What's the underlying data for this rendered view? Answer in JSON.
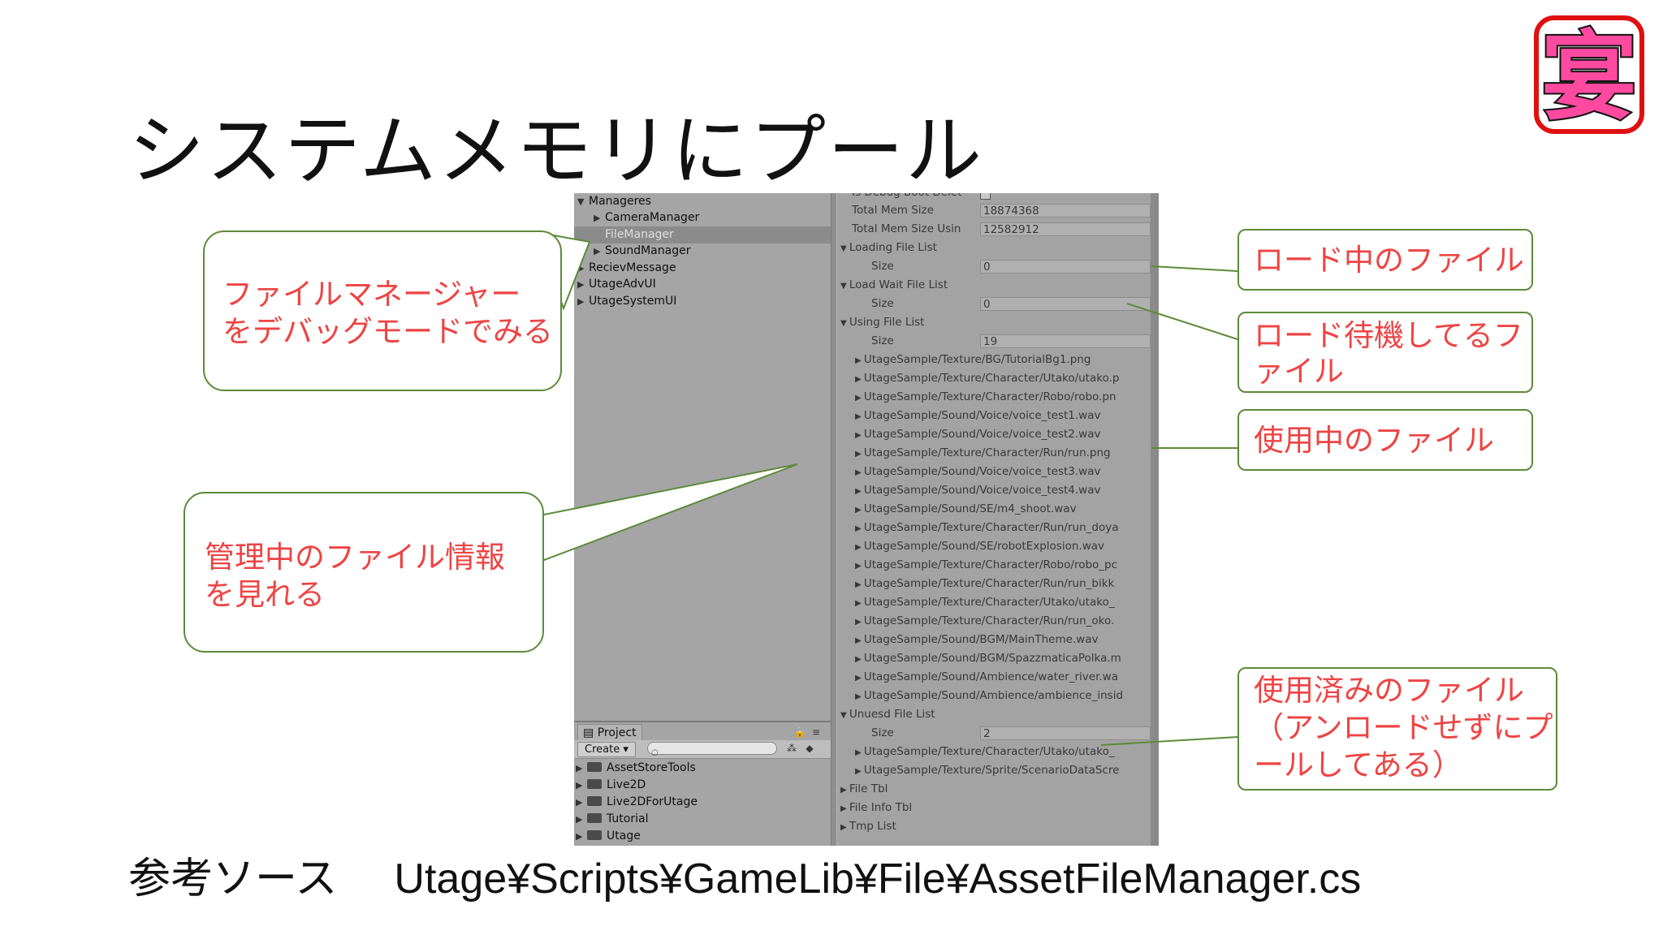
{
  "slide": {
    "title": "システムメモリにプール",
    "logo_char": "宴",
    "source_label": "参考ソース",
    "source_path": "Utage¥Scripts¥GameLib¥File¥AssetFileManager.cs"
  },
  "hierarchy": {
    "items": [
      {
        "label": "Manageres",
        "arrow": "▼"
      },
      {
        "label": "CameraManager",
        "arrow": "▶"
      },
      {
        "label": "FileManager",
        "arrow": ""
      },
      {
        "label": "SoundManager",
        "arrow": "▶"
      },
      {
        "label": "RecievMessage",
        "arrow": "▶"
      },
      {
        "label": "UtageAdvUI",
        "arrow": "▶"
      },
      {
        "label": "UtageSystemUI",
        "arrow": "▶"
      }
    ]
  },
  "project": {
    "tab": "Project",
    "create_label": "Create",
    "folders": [
      "AssetStoreTools",
      "Live2D",
      "Live2DForUtage",
      "Tutorial",
      "Utage"
    ]
  },
  "inspector": {
    "debug_label": "Is Debug Boot Delet",
    "total_mem_label": "Total Mem Size",
    "total_mem_value": "18874368",
    "total_mem_using_label": "Total Mem Size Usin",
    "total_mem_using_value": "12582912",
    "loading_list_label": "Loading File List",
    "loading_size_label": "Size",
    "loading_size_value": "0",
    "load_wait_label": "Load Wait File List",
    "load_wait_size_label": "Size",
    "load_wait_size_value": "0",
    "using_list_label": "Using File List",
    "using_size_label": "Size",
    "using_size_value": "19",
    "using_files": [
      "UtageSample/Texture/BG/TutorialBg1.png",
      "UtageSample/Texture/Character/Utako/utako.p",
      "UtageSample/Texture/Character/Robo/robo.pn",
      "UtageSample/Sound/Voice/voice_test1.wav",
      "UtageSample/Sound/Voice/voice_test2.wav",
      "UtageSample/Texture/Character/Run/run.png",
      "UtageSample/Sound/Voice/voice_test3.wav",
      "UtageSample/Sound/Voice/voice_test4.wav",
      "UtageSample/Sound/SE/m4_shoot.wav",
      "UtageSample/Texture/Character/Run/run_doya",
      "UtageSample/Sound/SE/robotExplosion.wav",
      "UtageSample/Texture/Character/Robo/robo_pc",
      "UtageSample/Texture/Character/Run/run_bikk",
      "UtageSample/Texture/Character/Utako/utako_",
      "UtageSample/Texture/Character/Run/run_oko.",
      "UtageSample/Sound/BGM/MainTheme.wav",
      "UtageSample/Sound/BGM/SpazzmaticaPolka.m",
      "UtageSample/Sound/Ambience/water_river.wa",
      "UtageSample/Sound/Ambience/ambience_insid"
    ],
    "unused_list_label": "Unuesd File List",
    "unused_size_label": "Size",
    "unused_size_value": "2",
    "unused_files": [
      "UtageSample/Texture/Character/Utako/utako_",
      "UtageSample/Texture/Sprite/ScenarioDataScre"
    ],
    "file_tbl_label": "File Tbl",
    "file_info_tbl_label": "File Info Tbl",
    "tmp_list_label": "Tmp List"
  },
  "callouts": {
    "file_manager": [
      "ファイルマネージャー",
      "をデバッグモードでみる"
    ],
    "managed_info": [
      "管理中のファイル情報",
      "を見れる"
    ],
    "loading": [
      "ロード中のファイル"
    ],
    "load_wait": [
      "ロード待機してる",
      "ファイル"
    ],
    "using": [
      "使用中のファイル"
    ],
    "unused": [
      "使用済みのファイル",
      "（アンロードせずに",
      "プールしてある）"
    ]
  },
  "colors": {
    "callout_text": "#ee4444",
    "callout_border": "#5d8a3a",
    "logo_fill": "#ff4aa0",
    "logo_outline": "#e01010"
  }
}
